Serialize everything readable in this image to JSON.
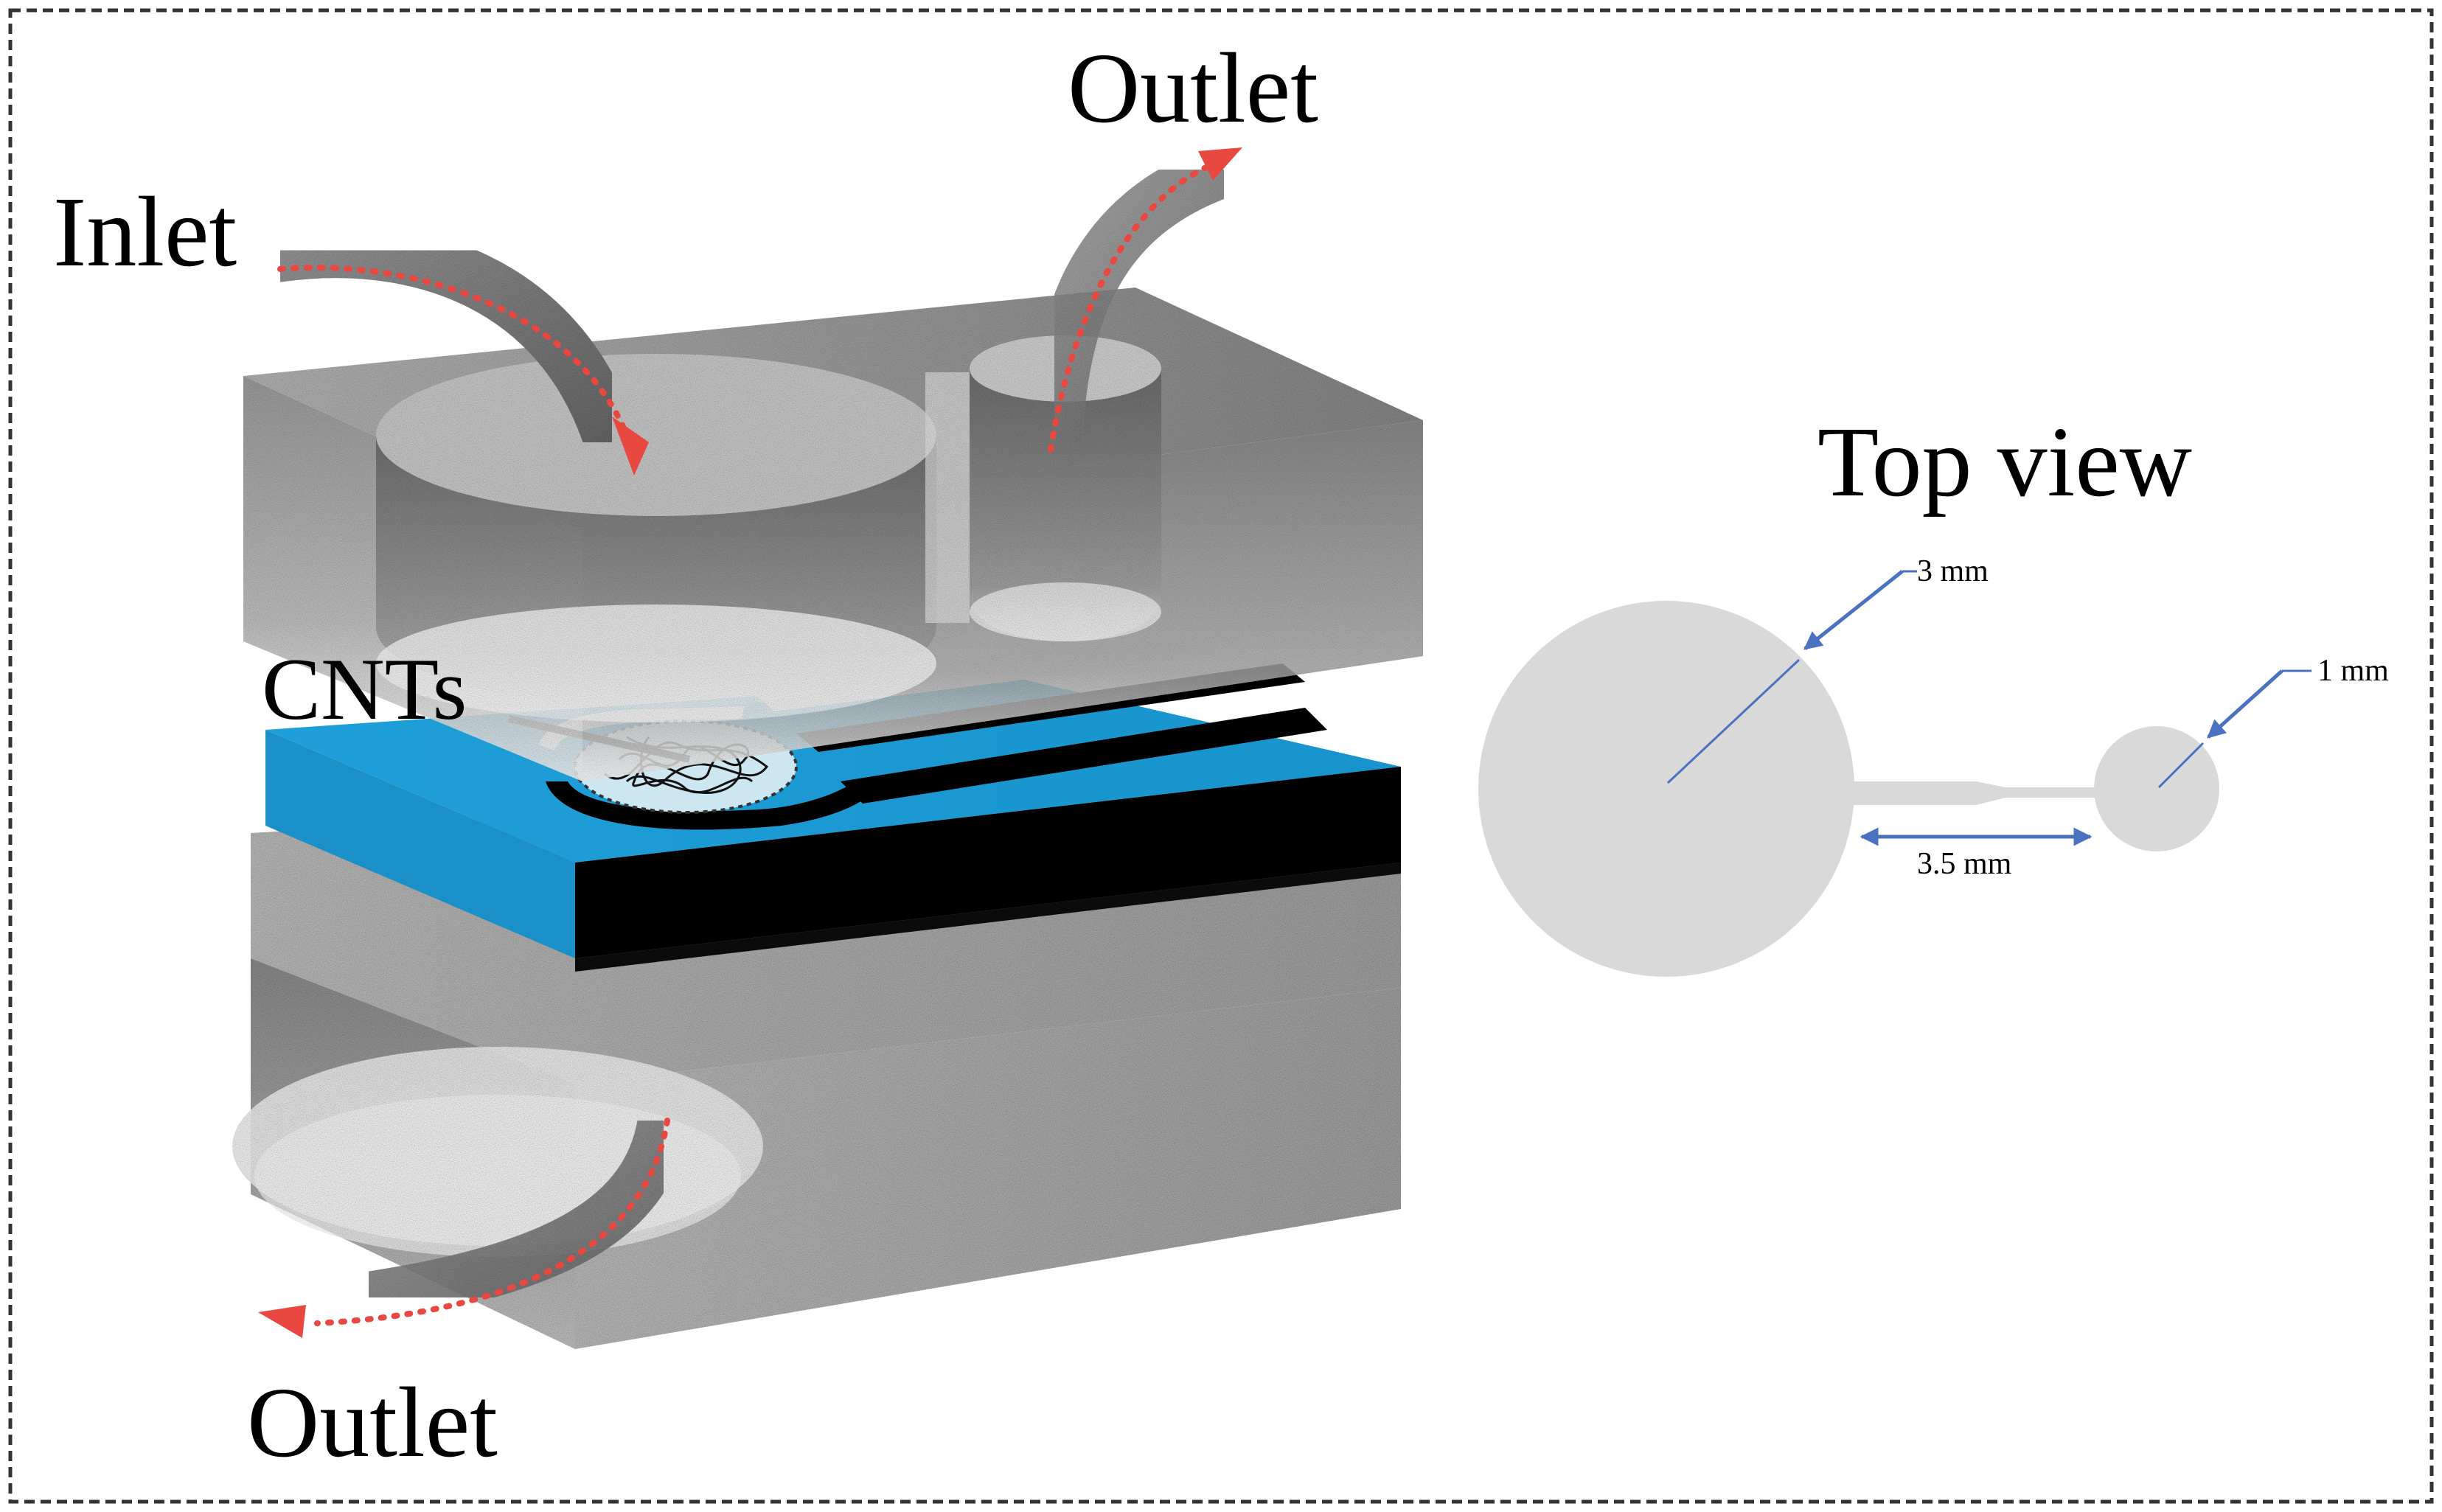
{
  "labels": {
    "inlet": "Inlet",
    "outlet_top": "Outlet",
    "outlet_bottom": "Outlet",
    "cnts": "CNTs",
    "top_view": "Top view"
  },
  "dimensions": {
    "large_chamber": "3 mm",
    "small_chamber": "1 mm",
    "channel_length": "3.5 mm"
  },
  "colors": {
    "substrate_top": "#1b9fd6",
    "substrate_side": "#000000",
    "chamber_gray": "#8a8a8a",
    "flow_arrow": "#e8483f",
    "dimension_arrow": "#4a72c0",
    "topview_fill": "#d9d9d9",
    "frame": "#333333"
  }
}
